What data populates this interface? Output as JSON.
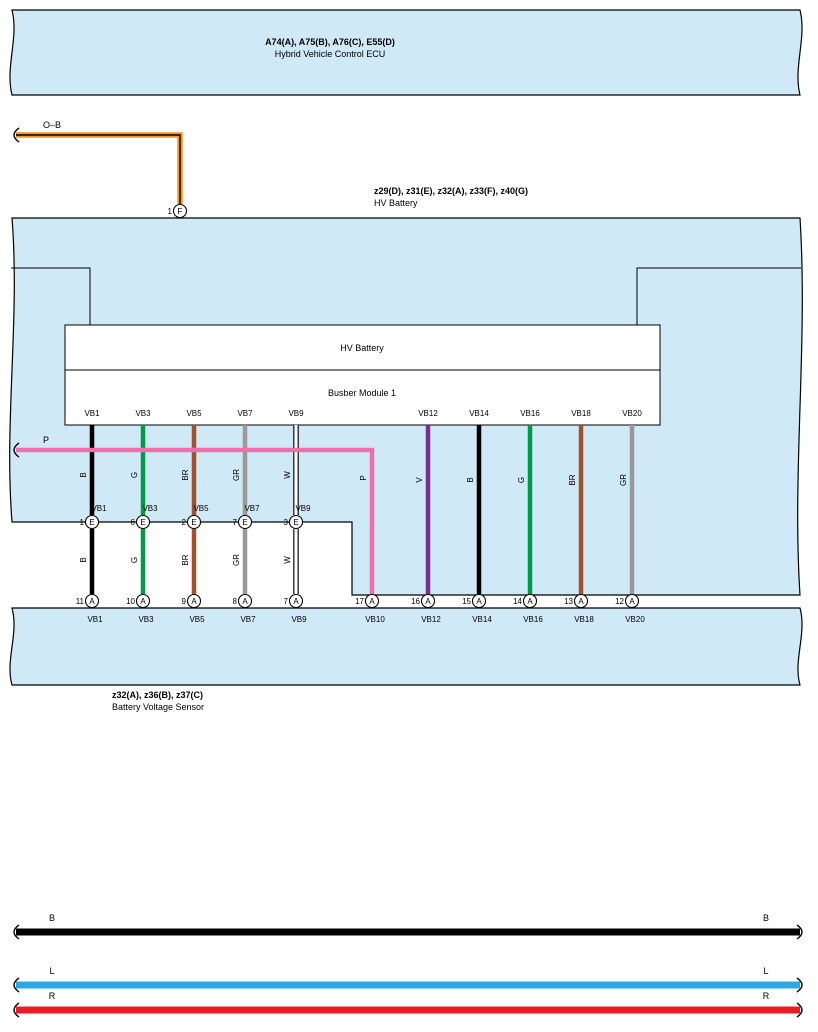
{
  "ecu": {
    "codes": "A74(A), A75(B), A76(C), E55(D)",
    "name": "Hybrid Vehicle Control ECU"
  },
  "hv_battery": {
    "codes": "z29(D), z31(E), z32(A), z33(F), z40(G)",
    "name": "HV Battery",
    "inner_label": "HV Battery",
    "busbar_label": "Busber Module 1"
  },
  "sensor": {
    "codes": "z32(A), z36(B), z37(C)",
    "name": "Battery Voltage Sensor"
  },
  "ob_wire": {
    "label": "O–B",
    "pin": "1",
    "connector": "F"
  },
  "p_wire": {
    "label": "P",
    "color_code": "P",
    "bottom_pin": "17",
    "bottom_connector": "A",
    "bottom_label": "VB10"
  },
  "left_columns": [
    {
      "terminal": "VB1",
      "color_code": "B",
      "mid_label": "VB1",
      "mid_pin": "1",
      "mid_connector": "E",
      "bottom_pin": "11",
      "bottom_connector": "A",
      "bottom_label": "VB1"
    },
    {
      "terminal": "VB3",
      "color_code": "G",
      "mid_label": "VB3",
      "mid_pin": "6",
      "mid_connector": "E",
      "bottom_pin": "10",
      "bottom_connector": "A",
      "bottom_label": "VB3"
    },
    {
      "terminal": "VB5",
      "color_code": "BR",
      "mid_label": "VB5",
      "mid_pin": "2",
      "mid_connector": "E",
      "bottom_pin": "9",
      "bottom_connector": "A",
      "bottom_label": "VB5"
    },
    {
      "terminal": "VB7",
      "color_code": "GR",
      "mid_label": "VB7",
      "mid_pin": "7",
      "mid_connector": "E",
      "bottom_pin": "8",
      "bottom_connector": "A",
      "bottom_label": "VB7"
    },
    {
      "terminal": "VB9",
      "color_code": "W",
      "mid_label": "VB9",
      "mid_pin": "3",
      "mid_connector": "E",
      "bottom_pin": "7",
      "bottom_connector": "A",
      "bottom_label": "VB9"
    }
  ],
  "right_columns": [
    {
      "terminal": "VB12",
      "color_code": "V",
      "bottom_pin": "16",
      "bottom_connector": "A",
      "bottom_label": "VB12"
    },
    {
      "terminal": "VB14",
      "color_code": "B",
      "bottom_pin": "15",
      "bottom_connector": "A",
      "bottom_label": "VB14"
    },
    {
      "terminal": "VB16",
      "color_code": "G",
      "bottom_pin": "14",
      "bottom_connector": "A",
      "bottom_label": "VB16"
    },
    {
      "terminal": "VB18",
      "color_code": "BR",
      "bottom_pin": "13",
      "bottom_connector": "A",
      "bottom_label": "VB18"
    },
    {
      "terminal": "VB20",
      "color_code": "GR",
      "bottom_pin": "12",
      "bottom_connector": "A",
      "bottom_label": "VB20"
    }
  ],
  "bottom_wires": [
    {
      "left_label": "B",
      "right_label": "B",
      "color": "#000000"
    },
    {
      "left_label": "L",
      "right_label": "L",
      "color": "#29ABE2"
    },
    {
      "left_label": "R",
      "right_label": "R",
      "color": "#ED1C24"
    }
  ],
  "colors": {
    "box_fill": "#CFE9F6",
    "B": "#000000",
    "G": "#009B48",
    "BR": "#A0522D",
    "GR": "#999999",
    "W": "#FFFFFF",
    "P": "#F06EAA",
    "V": "#7B2E8F",
    "O": "#F7941D"
  }
}
